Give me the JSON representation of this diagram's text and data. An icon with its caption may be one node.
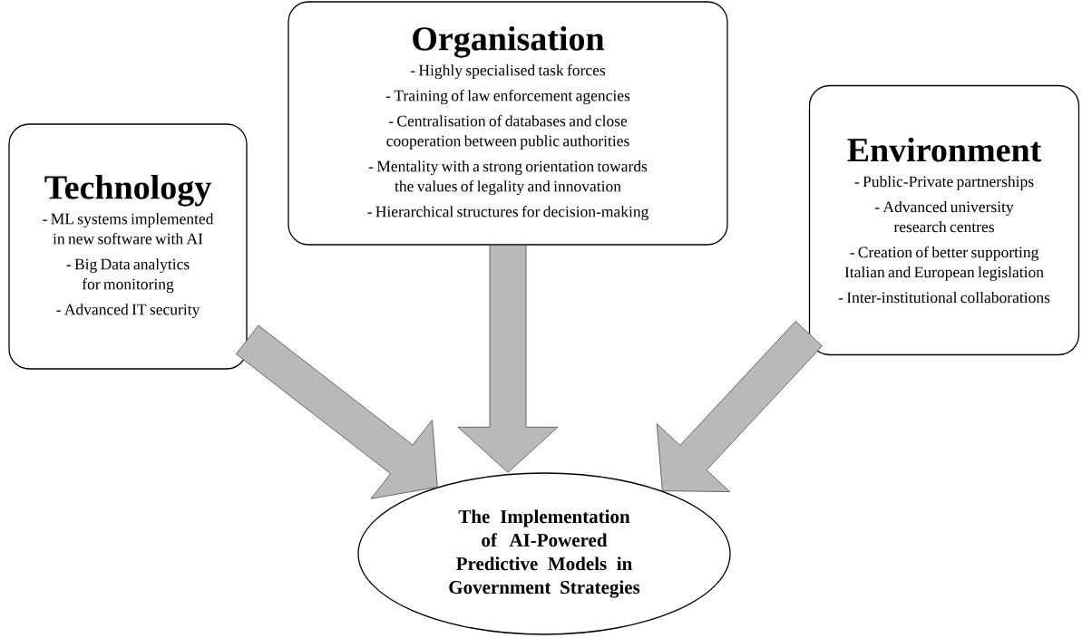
{
  "diagram": {
    "nodes": [
      {
        "text": [
          "Technology",
          "- ML systems implemented in new software with AI",
          "- Big Data analytics for monitoring",
          "- Advanced IT security"
        ]
      },
      {
        "text": [
          "Organisation",
          "- Highly specialised task forces",
          "- Training of law enforcement agencies",
          "- Centralisation of databases and close cooperation between public authorities",
          "- Mentality with a strong orientation towards the values of legality and innovation",
          "- Hierarchical structures for decision-making"
        ]
      },
      {
        "text": [
          "Environment",
          "- Public-Private partnerships",
          "- Advanced university research centres",
          "- Creation of better supporting Italian and European legislation",
          "- Inter-institutional collaborations"
        ]
      },
      {
        "text": [
          "The Implementation of AI-Powered Predictive Models in Government Strategies"
        ]
      }
    ],
    "edges": [
      {
        "from": 0,
        "to": 3,
        "arrow": "to"
      },
      {
        "from": 1,
        "to": 3,
        "arrow": "to"
      },
      {
        "from": 2,
        "to": 3,
        "arrow": "to"
      }
    ]
  }
}
